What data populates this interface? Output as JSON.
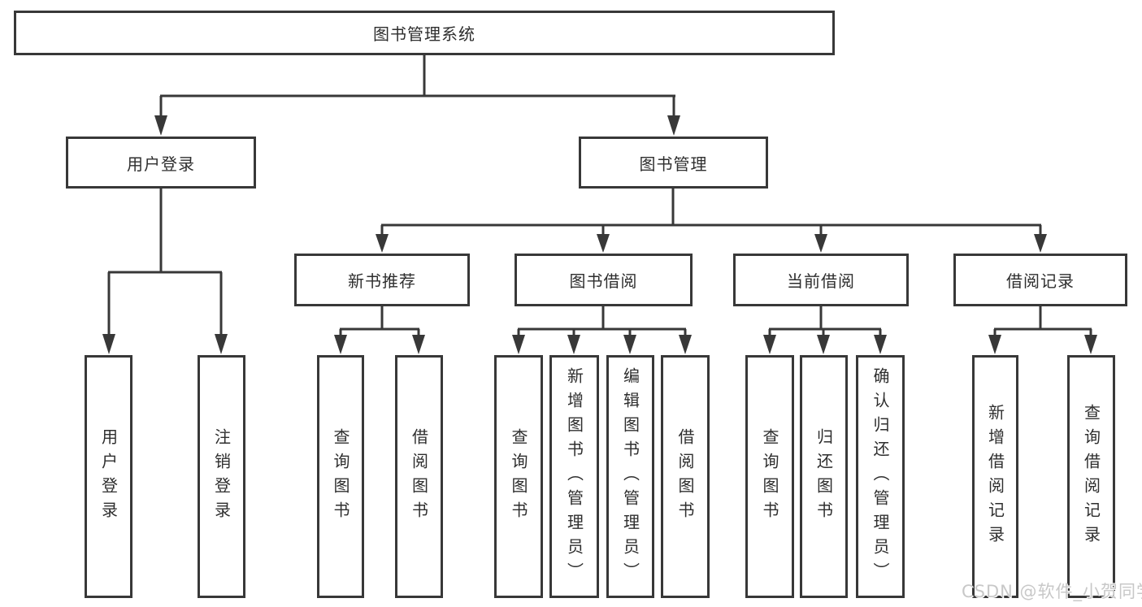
{
  "tree": {
    "root": {
      "label": "图书管理系统",
      "children": [
        {
          "label": "用户登录",
          "children": [
            {
              "label": "用户登录"
            },
            {
              "label": "注销登录"
            }
          ]
        },
        {
          "label": "图书管理",
          "children": [
            {
              "label": "新书推荐",
              "children": [
                {
                  "label": "查询图书"
                },
                {
                  "label": "借阅图书"
                }
              ]
            },
            {
              "label": "图书借阅",
              "children": [
                {
                  "label": "查询图书"
                },
                {
                  "label": "新增图书（管理员）"
                },
                {
                  "label": "编辑图书（管理员）"
                },
                {
                  "label": "借阅图书"
                }
              ]
            },
            {
              "label": "当前借阅",
              "children": [
                {
                  "label": "查询图书"
                },
                {
                  "label": "归还图书"
                },
                {
                  "label": "确认归还（管理员）"
                }
              ]
            },
            {
              "label": "借阅记录",
              "children": [
                {
                  "label": "新增借阅记录"
                },
                {
                  "label": "查询借阅记录"
                }
              ]
            }
          ]
        }
      ]
    }
  },
  "watermark": {
    "text": "CSDN @软件_小贺同学",
    "color": "#c8c8c8"
  },
  "colors": {
    "line": "#383838",
    "background": "#ffffff"
  }
}
